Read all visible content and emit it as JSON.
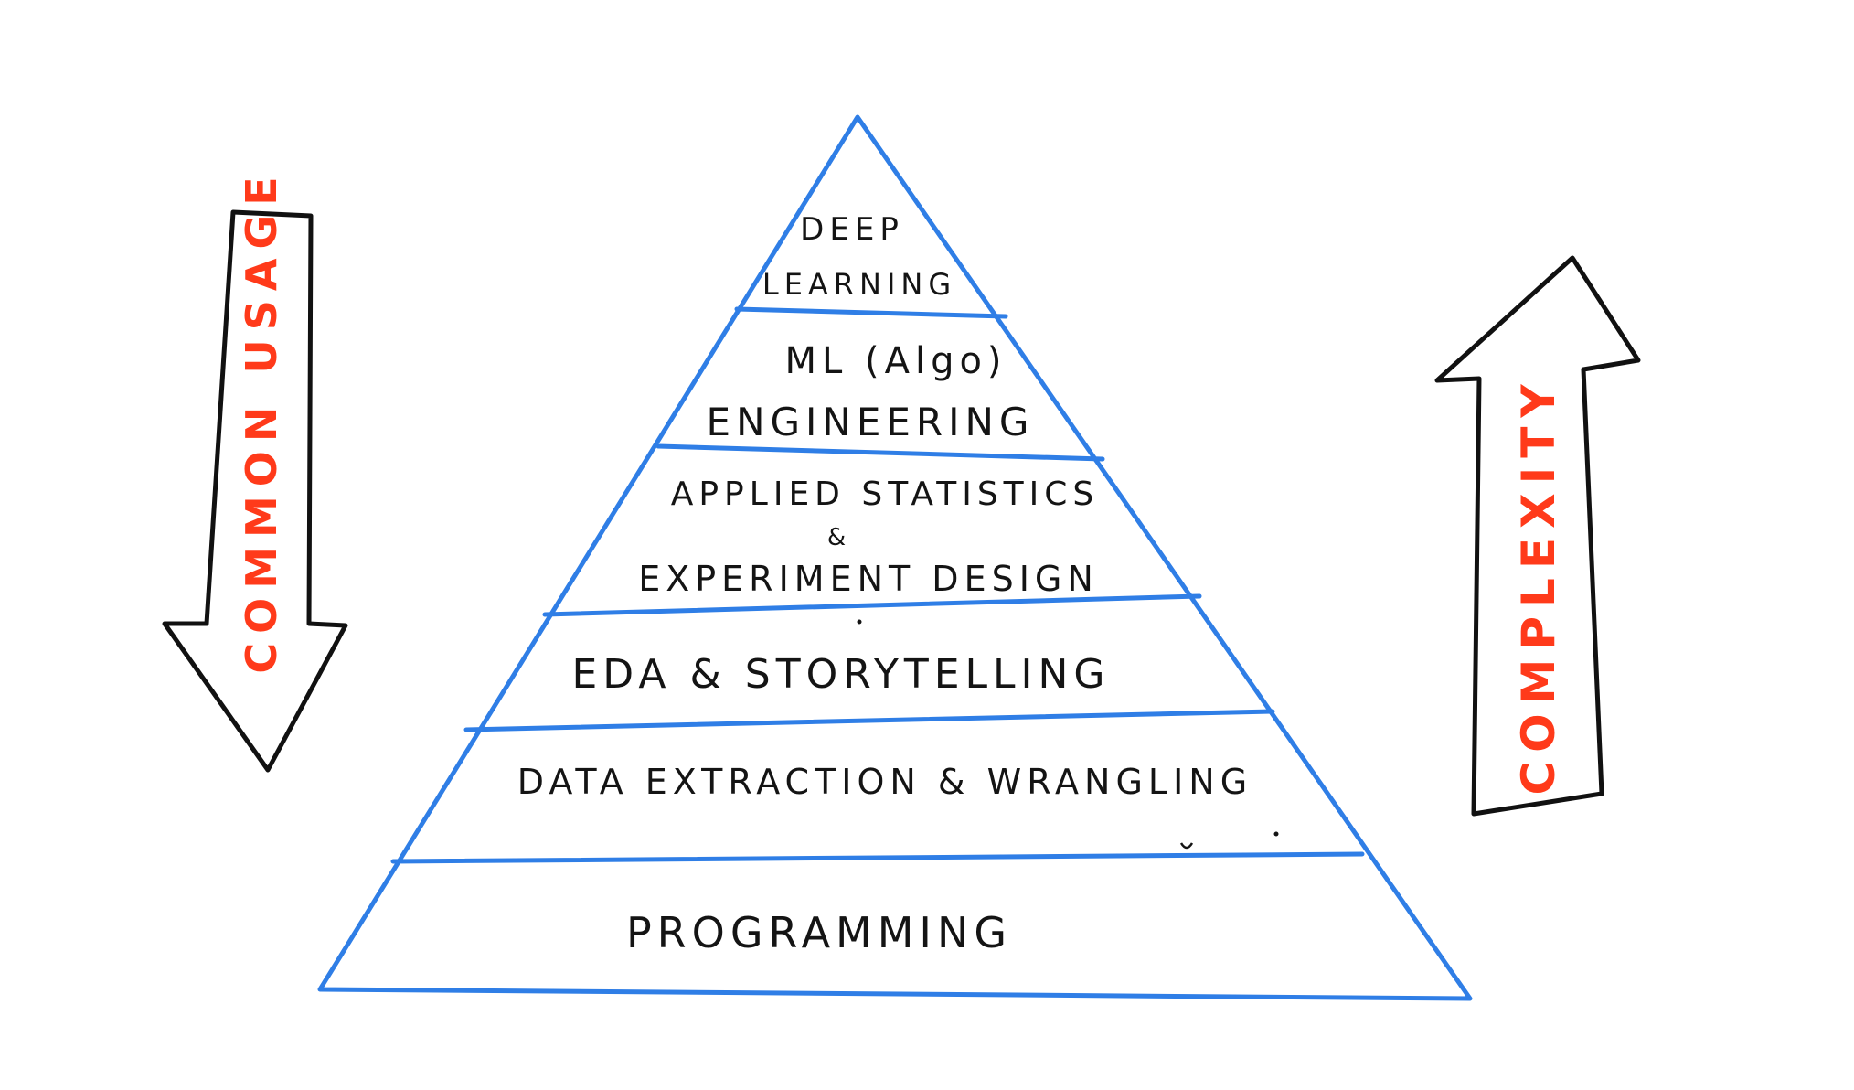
{
  "colors": {
    "pyramid_stroke": "#2f7ee6",
    "arrow_stroke": "#111111",
    "arrow_label": "#ff3a1a",
    "text": "#141414"
  },
  "pyramid": {
    "layers": [
      {
        "lines": [
          "DEEP",
          "LEARNING"
        ]
      },
      {
        "lines": [
          "ML (Algo)",
          "ENGINEERING"
        ]
      },
      {
        "lines": [
          "APPLIED STATISTICS",
          "&",
          "EXPERIMENT DESIGN"
        ]
      },
      {
        "lines": [
          "EDA & STORYTELLING"
        ]
      },
      {
        "lines": [
          "DATA EXTRACTION & WRANGLING"
        ]
      },
      {
        "lines": [
          "PROGRAMMING"
        ]
      }
    ]
  },
  "arrows": {
    "left": {
      "label": "COMMON USAGE",
      "direction": "down"
    },
    "right": {
      "label": "COMPLEXITY",
      "direction": "up"
    }
  }
}
